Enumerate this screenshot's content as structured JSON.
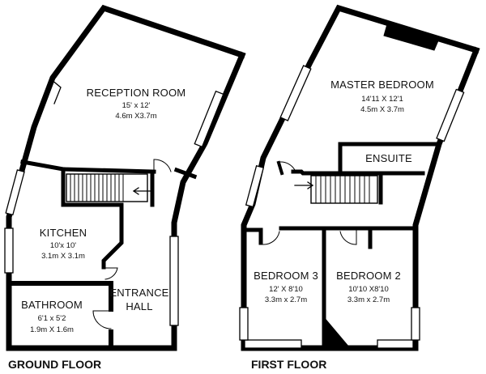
{
  "floors": {
    "ground": {
      "label": "GROUND FLOOR",
      "rooms": {
        "reception": {
          "name": "RECEPTION ROOM",
          "dim_imperial": "15' x 12'",
          "dim_metric": "4.6m X3.7m"
        },
        "kitchen": {
          "name": "KITCHEN",
          "dim_imperial": "10'x 10'",
          "dim_metric": "3.1m X 3.1m"
        },
        "bathroom": {
          "name": "BATHROOM",
          "dim_imperial": "6'1 x 5'2",
          "dim_metric": "1.9m X 1.6m"
        },
        "hall": {
          "name_line1": "ENTRANCE",
          "name_line2": "HALL"
        }
      }
    },
    "first": {
      "label": "FIRST FLOOR",
      "rooms": {
        "master": {
          "name": "MASTER BEDROOM",
          "dim_imperial": "14'11 X 12'1",
          "dim_metric": "4.5m X 3.7m"
        },
        "ensuite": {
          "name": "ENSUITE"
        },
        "bedroom3": {
          "name": "BEDROOM 3",
          "dim_imperial": "12' X 8'10",
          "dim_metric": "3.3m x 2.7m"
        },
        "bedroom2": {
          "name": "BEDROOM 2",
          "dim_imperial": "10'10 X8'10",
          "dim_metric": "3.3m x 2.7m"
        }
      }
    }
  },
  "colors": {
    "wall": "#000000",
    "window": "#ffffff",
    "background": "#ffffff"
  }
}
